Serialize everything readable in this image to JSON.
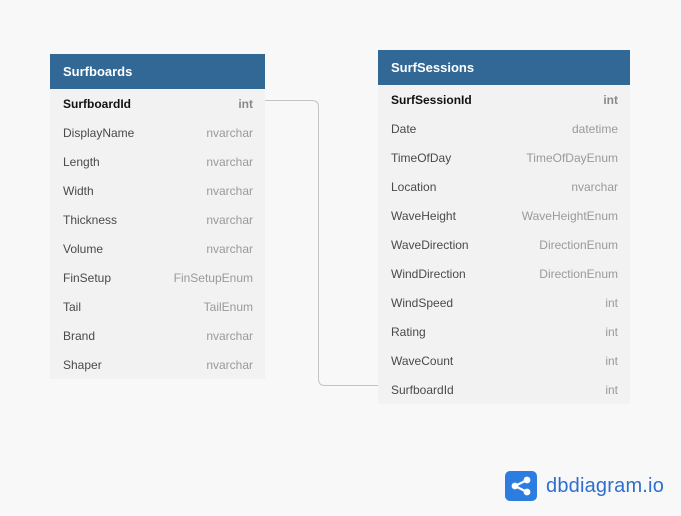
{
  "tables": {
    "surfboards": {
      "name": "Surfboards",
      "fields": [
        {
          "name": "SurfboardId",
          "type": "int",
          "pk": true
        },
        {
          "name": "DisplayName",
          "type": "nvarchar"
        },
        {
          "name": "Length",
          "type": "nvarchar"
        },
        {
          "name": "Width",
          "type": "nvarchar"
        },
        {
          "name": "Thickness",
          "type": "nvarchar"
        },
        {
          "name": "Volume",
          "type": "nvarchar"
        },
        {
          "name": "FinSetup",
          "type": "FinSetupEnum"
        },
        {
          "name": "Tail",
          "type": "TailEnum"
        },
        {
          "name": "Brand",
          "type": "nvarchar"
        },
        {
          "name": "Shaper",
          "type": "nvarchar"
        }
      ]
    },
    "surfsessions": {
      "name": "SurfSessions",
      "fields": [
        {
          "name": "SurfSessionId",
          "type": "int",
          "pk": true
        },
        {
          "name": "Date",
          "type": "datetime"
        },
        {
          "name": "TimeOfDay",
          "type": "TimeOfDayEnum"
        },
        {
          "name": "Location",
          "type": "nvarchar"
        },
        {
          "name": "WaveHeight",
          "type": "WaveHeightEnum"
        },
        {
          "name": "WaveDirection",
          "type": "DirectionEnum"
        },
        {
          "name": "WindDirection",
          "type": "DirectionEnum"
        },
        {
          "name": "WindSpeed",
          "type": "int"
        },
        {
          "name": "Rating",
          "type": "int"
        },
        {
          "name": "WaveCount",
          "type": "int"
        },
        {
          "name": "SurfboardId",
          "type": "int"
        }
      ]
    }
  },
  "relationship": {
    "from": "Surfboards.SurfboardId",
    "to": "SurfSessions.SurfboardId"
  },
  "brand": {
    "text": "dbdiagram.io",
    "color": "#2d7de0"
  },
  "colors": {
    "header_bg": "#316896",
    "table_bg": "#f2f2f3",
    "connector": "#c4c4c4"
  }
}
